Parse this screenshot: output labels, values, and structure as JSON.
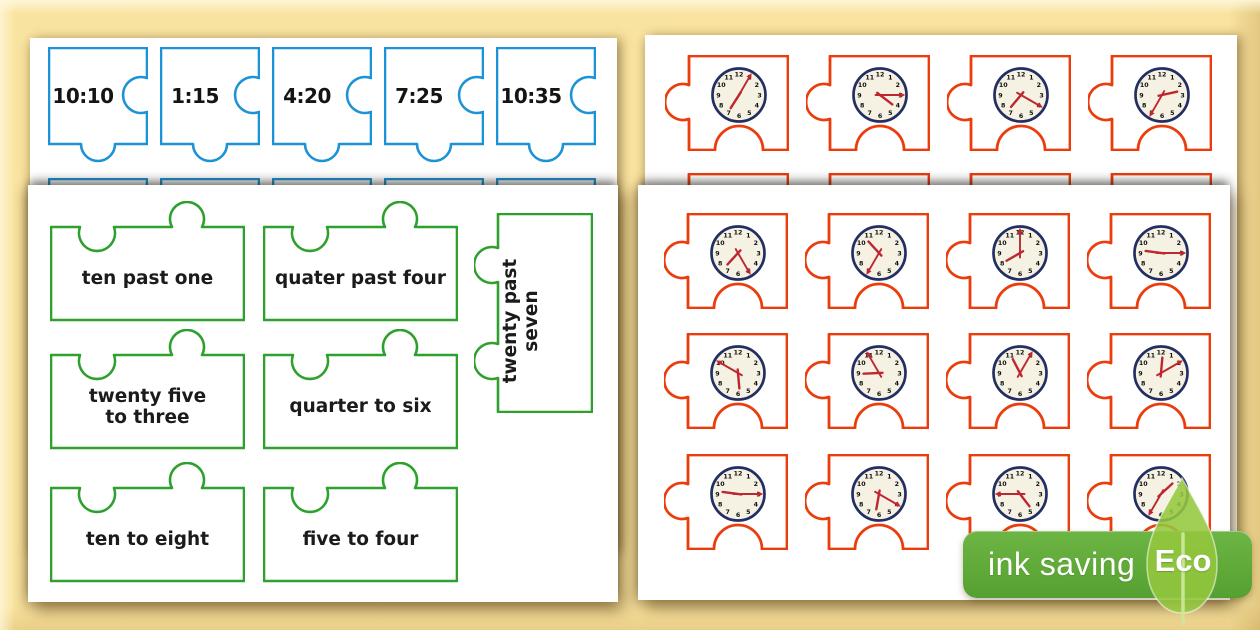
{
  "colors": {
    "background": "#F9E3A0",
    "blue": "#1C93D6",
    "green": "#2EA02E",
    "red": "#EB3D0C",
    "clock_ring": "#232F62",
    "clock_face": "#F5F1E3",
    "clock_hand": "#BE2730",
    "banner_green": "#60AA39",
    "leaf_green": "#94C73E",
    "text": "#191919"
  },
  "left_back_page": {
    "digital_times": [
      "10:10",
      "1:15",
      "4:20",
      "7:25",
      "10:35"
    ]
  },
  "left_front_page": {
    "word_rows": [
      [
        [
          "ten past one"
        ],
        [
          "quater past four"
        ]
      ],
      [
        [
          "twenty five",
          "to three"
        ],
        [
          "quarter to six"
        ]
      ],
      [
        [
          "ten to eight"
        ],
        [
          "five to four"
        ]
      ]
    ],
    "rotated_piece_lines": [
      "twenty past",
      "seven"
    ]
  },
  "right_back_page": {
    "clock_times": [
      "7:05",
      "4:15",
      "7:20",
      "2:35"
    ]
  },
  "right_front_page": {
    "clock_rows": [
      [
        "7:25",
        "10:35",
        "8:00",
        "9:15"
      ],
      [
        "5:50",
        "8:55",
        "11:05",
        "12:10"
      ],
      [
        "9:15",
        "6:20",
        "4:45",
        "1:35"
      ]
    ]
  },
  "clock_numerals": [
    "12",
    "1",
    "2",
    "3",
    "4",
    "5",
    "6",
    "7",
    "8",
    "9",
    "10",
    "11"
  ],
  "eco_badge": {
    "text": "ink saving",
    "brand": "Eco"
  }
}
